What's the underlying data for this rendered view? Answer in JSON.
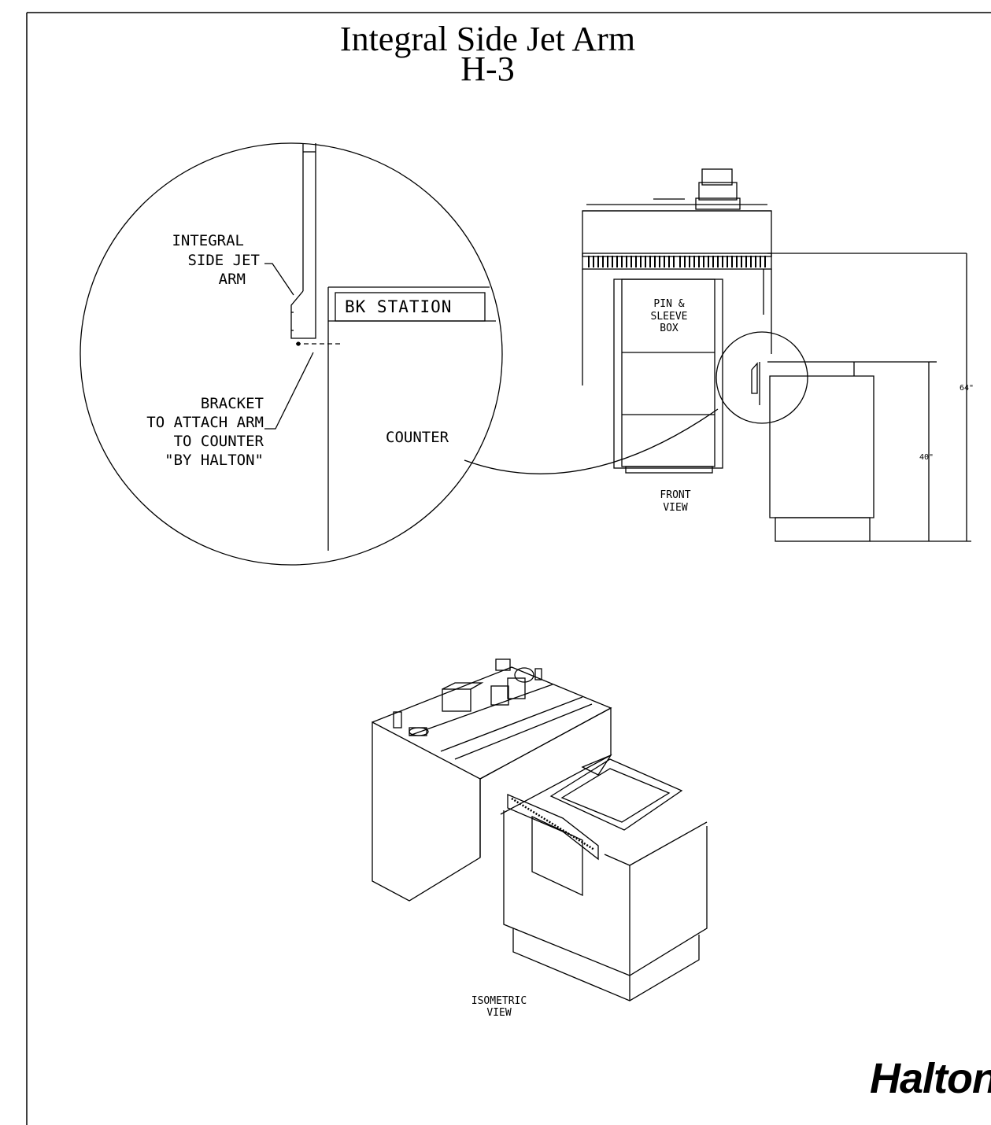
{
  "title": {
    "line1": "Integral Side Jet Arm",
    "line2": "H-3"
  },
  "detail": {
    "arm_label": [
      "INTEGRAL",
      "SIDE JET",
      "ARM"
    ],
    "station_label": "BK STATION",
    "bracket_label": [
      "BRACKET",
      "TO ATTACH ARM",
      "TO COUNTER",
      "\"BY HALTON\""
    ],
    "counter_label": "COUNTER"
  },
  "front_view": {
    "box_label": [
      "PIN &",
      "SLEEVE",
      "BOX"
    ],
    "caption": [
      "FRONT",
      "VIEW"
    ],
    "dim_overall": "64\"",
    "dim_counter": "40\""
  },
  "isometric": {
    "caption": [
      "ISOMETRIC",
      "VIEW"
    ]
  },
  "logo": "Halton"
}
